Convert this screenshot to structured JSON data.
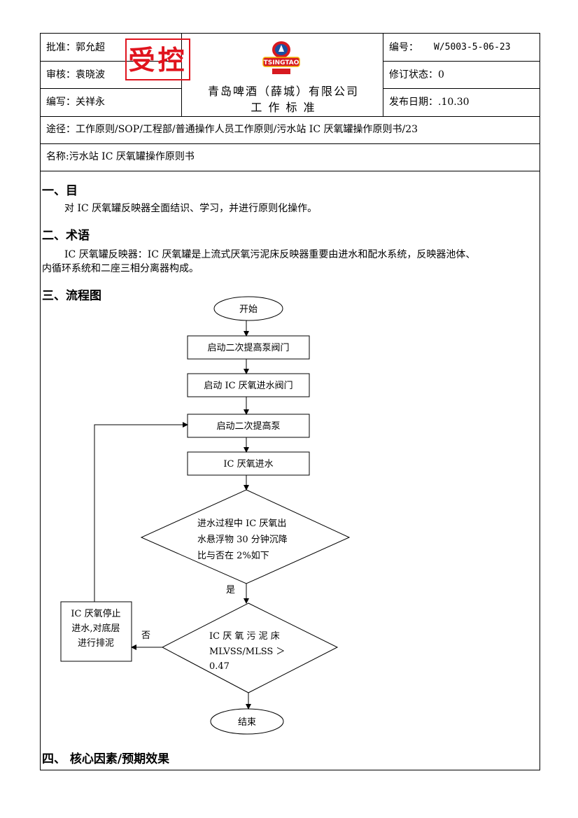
{
  "header": {
    "approve_label": "批准：郭允超",
    "review_label": "审核：袁晓波",
    "write_label": "编写：关祥永",
    "company": "青岛啤酒（薛城）有限公司",
    "doc_type": "工 作 标 准",
    "number_label": "编号：",
    "number_value": "W/5003-5-06-23",
    "revision": "修订状态：0",
    "release_date": "发布日期：.10.30",
    "stamp_text": "受控",
    "logo_text": "TSINGTAO"
  },
  "path_row": "途径：工作原则/SOP/工程部/普通操作人员工作原则/污水站 IC 厌氧罐操作原则书/23",
  "name_row": "名称:污水站 IC 厌氧罐操作原则书",
  "sections": {
    "s1_title": "一、目",
    "s1_body": "对 IC 厌氧罐反映器全面结识、学习，并进行原则化操作。",
    "s2_title": "二、术语",
    "s2_body_1": "IC 厌氧罐反映器：IC 厌氧罐是上流式厌氧污泥床反映器重要由进水和配水系统，反映器池体、",
    "s2_body_2": "内循环系统和二座三相分离器构成。",
    "s3_title": "三、流程图",
    "s4_title": "四、  核心因素/预期效果"
  },
  "flowchart": {
    "start": "开始",
    "step1": "启动二次提高泵阀门",
    "step2": "启动 IC 厌氧进水阀门",
    "step3": "启动二次提高泵",
    "step4": "IC 厌氧进水",
    "decision1_l1": "进水过程中 IC 厌氧出",
    "decision1_l2": "水悬浮物 30 分钟沉降",
    "decision1_l3": "比与否在 2%如下",
    "yes": "是",
    "no": "否",
    "decision2_l1": "IC  厌 氧 污 泥 床",
    "decision2_l2": "MLVSS/MLSS  ＞",
    "decision2_l3": "0.47",
    "side_l1": "IC 厌氧停止",
    "side_l2": "进水,对底层",
    "side_l3": "进行排泥",
    "end": "结束"
  },
  "colors": {
    "stamp": "#e0141e",
    "logo_red": "#d71920",
    "logo_gold": "#f2b705"
  }
}
